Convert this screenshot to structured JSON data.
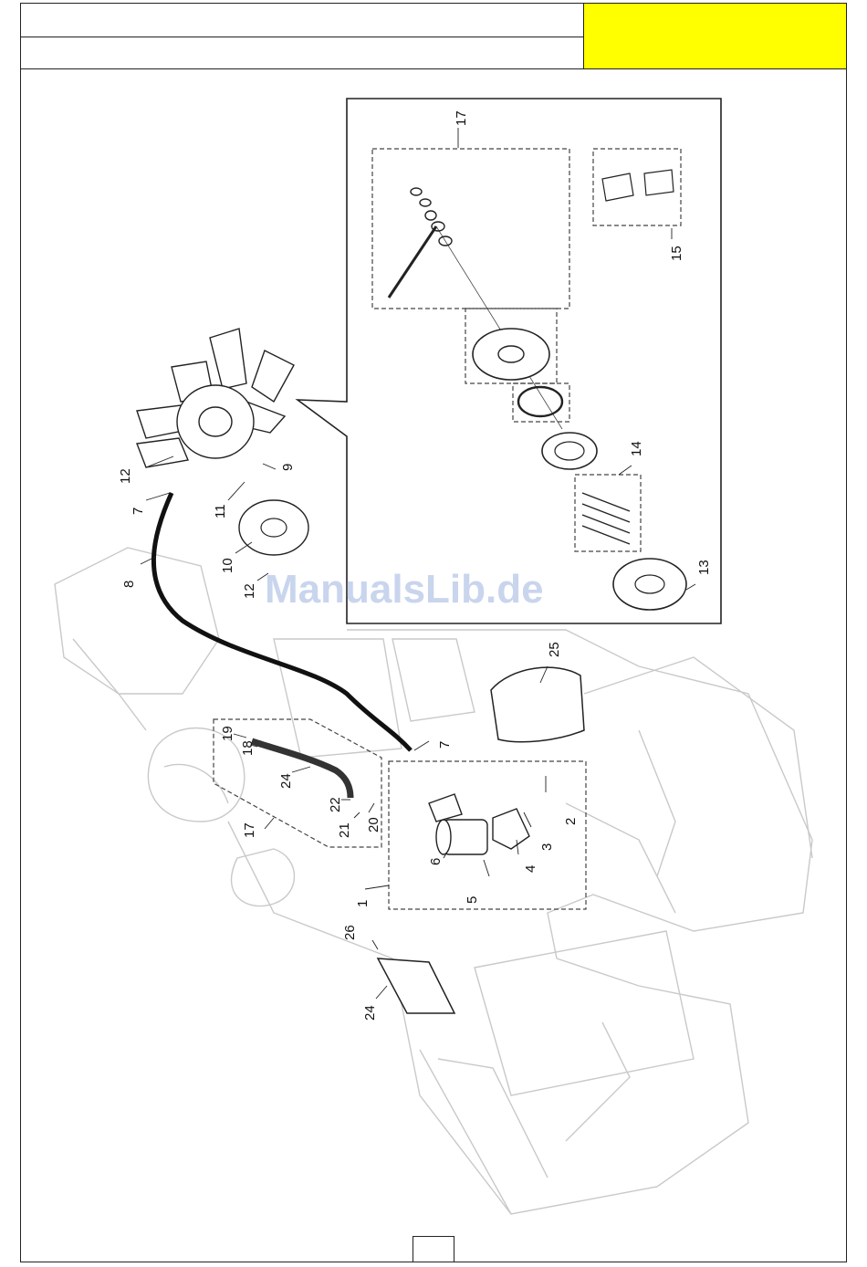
{
  "header": {
    "title_row_1": "",
    "title_row_2": "",
    "accent_color": "#ffff00"
  },
  "page_number": "",
  "watermark": "ManualsLib.de",
  "callouts": [
    {
      "id": "c1",
      "label": "1"
    },
    {
      "id": "c2",
      "label": "2"
    },
    {
      "id": "c3",
      "label": "3"
    },
    {
      "id": "c4",
      "label": "4"
    },
    {
      "id": "c5",
      "label": "5"
    },
    {
      "id": "c6",
      "label": "6"
    },
    {
      "id": "c7a",
      "label": "7"
    },
    {
      "id": "c7b",
      "label": "7"
    },
    {
      "id": "c8",
      "label": "8"
    },
    {
      "id": "c9",
      "label": "9"
    },
    {
      "id": "c10",
      "label": "10"
    },
    {
      "id": "c11",
      "label": "11"
    },
    {
      "id": "c12",
      "label": "12"
    },
    {
      "id": "c13",
      "label": "13"
    },
    {
      "id": "c14",
      "label": "14"
    },
    {
      "id": "c15",
      "label": "15"
    },
    {
      "id": "c16",
      "label": "16"
    },
    {
      "id": "c17",
      "label": "17"
    },
    {
      "id": "c18",
      "label": "18"
    },
    {
      "id": "c19",
      "label": "19"
    },
    {
      "id": "c20",
      "label": "20"
    },
    {
      "id": "c21",
      "label": "21"
    },
    {
      "id": "c22",
      "label": "22"
    },
    {
      "id": "c23",
      "label": "23"
    },
    {
      "id": "c24",
      "label": "24"
    },
    {
      "id": "c25",
      "label": "25"
    },
    {
      "id": "c26",
      "label": "26"
    },
    {
      "id": "c27",
      "label": "27"
    }
  ]
}
